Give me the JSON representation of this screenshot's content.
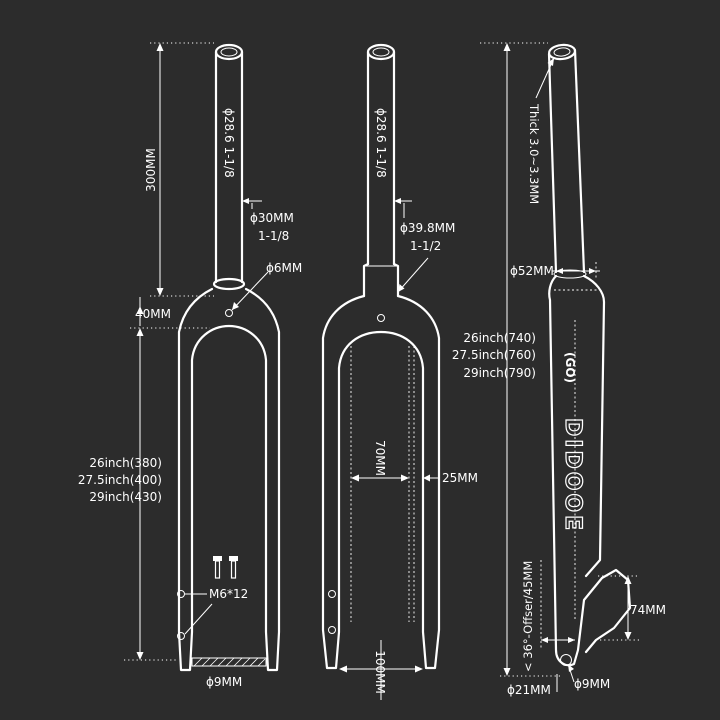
{
  "front_view": {
    "steerer_label_1": "ϕ28.6  1-1/8",
    "steerer_len": "300MM",
    "steerer_base_dia": "ϕ30MM",
    "steerer_base_frac": "1-1/8",
    "hole_dia": "ϕ6MM",
    "crown_height": "40MM",
    "leg_len_1": "26inch(380)",
    "leg_len_2": "27.5inch(400)",
    "leg_len_3": "29inch(430)",
    "bolt": "M6*12",
    "axle": "ϕ9MM"
  },
  "rear_view": {
    "steerer_label_1": "ϕ28.6  1-1/8",
    "steerer_base_dia": "ϕ39.8MM",
    "steerer_base_frac": "1-1/2",
    "inner_width": "70MM",
    "leg_width": "25MM",
    "hub_spacing": "100MM"
  },
  "side_view": {
    "wall_thickness": "Thick 3.0~3.3MM",
    "crown_dia": "ϕ52MM",
    "len_1": "26inch(740)",
    "len_2": "27.5inch(760)",
    "len_3": "29inch(790)",
    "brand": "DIDOOE",
    "offset": "< 36°-Offser/45MM",
    "mount_height": "74MM",
    "dropout_dia": "ϕ21MM",
    "axle_dia": "ϕ9MM"
  }
}
